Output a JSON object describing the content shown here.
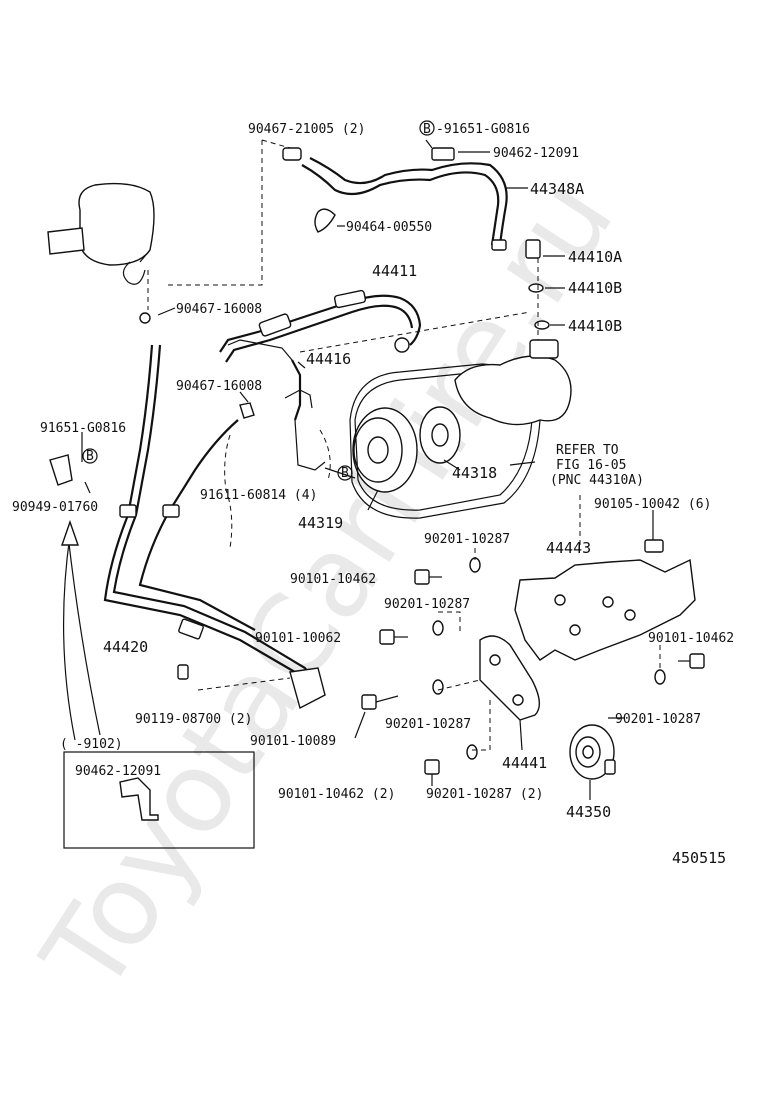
{
  "watermark": "ToyotaCarHire.ru",
  "figure_code": "450515",
  "inset": {
    "range": "(     -9102)",
    "part": "90462-12091"
  },
  "bolt_symbol": "B",
  "refer": {
    "line1": "REFER TO",
    "line2": "FIG 16-05",
    "line3": "(PNC 44310A)"
  },
  "labels": {
    "l90467_21005": "90467-21005 (2)",
    "l91651_G0816_top": "-91651-G0816",
    "l90462_12091": "90462-12091",
    "l44348A": "44348A",
    "l90464_00550": "90464-00550",
    "l44410A": "44410A",
    "l44410B_1": "44410B",
    "l44410B_2": "44410B",
    "l44411": "44411",
    "l90467_16008_a": "90467-16008",
    "l44416": "44416",
    "l90467_16008_b": "90467-16008",
    "l91651_G0816_left": "91651-G0816",
    "l90949_01760": "90949-01760",
    "l91611_60814": "91611-60814 (4)",
    "l44318": "44318",
    "l44319": "44319",
    "l90105_10042": "90105-10042 (6)",
    "l90201_10287_a": "90201-10287",
    "l44443": "44443",
    "l90101_10462_a": "90101-10462",
    "l90201_10287_b": "90201-10287",
    "l90101_10062": "90101-10062",
    "l90101_10462_b": "90101-10462",
    "l44420": "44420",
    "l90201_10287_c": "90201-10287",
    "l90119_08700": "90119-08700 (2)",
    "l90201_10287_d": "90201-10287",
    "l90101_10089": "90101-10089",
    "l44441": "44441",
    "l90101_10462_c": "90101-10462 (2)",
    "l90201_10287_e": "90201-10287 (2)",
    "l44350": "44350"
  }
}
